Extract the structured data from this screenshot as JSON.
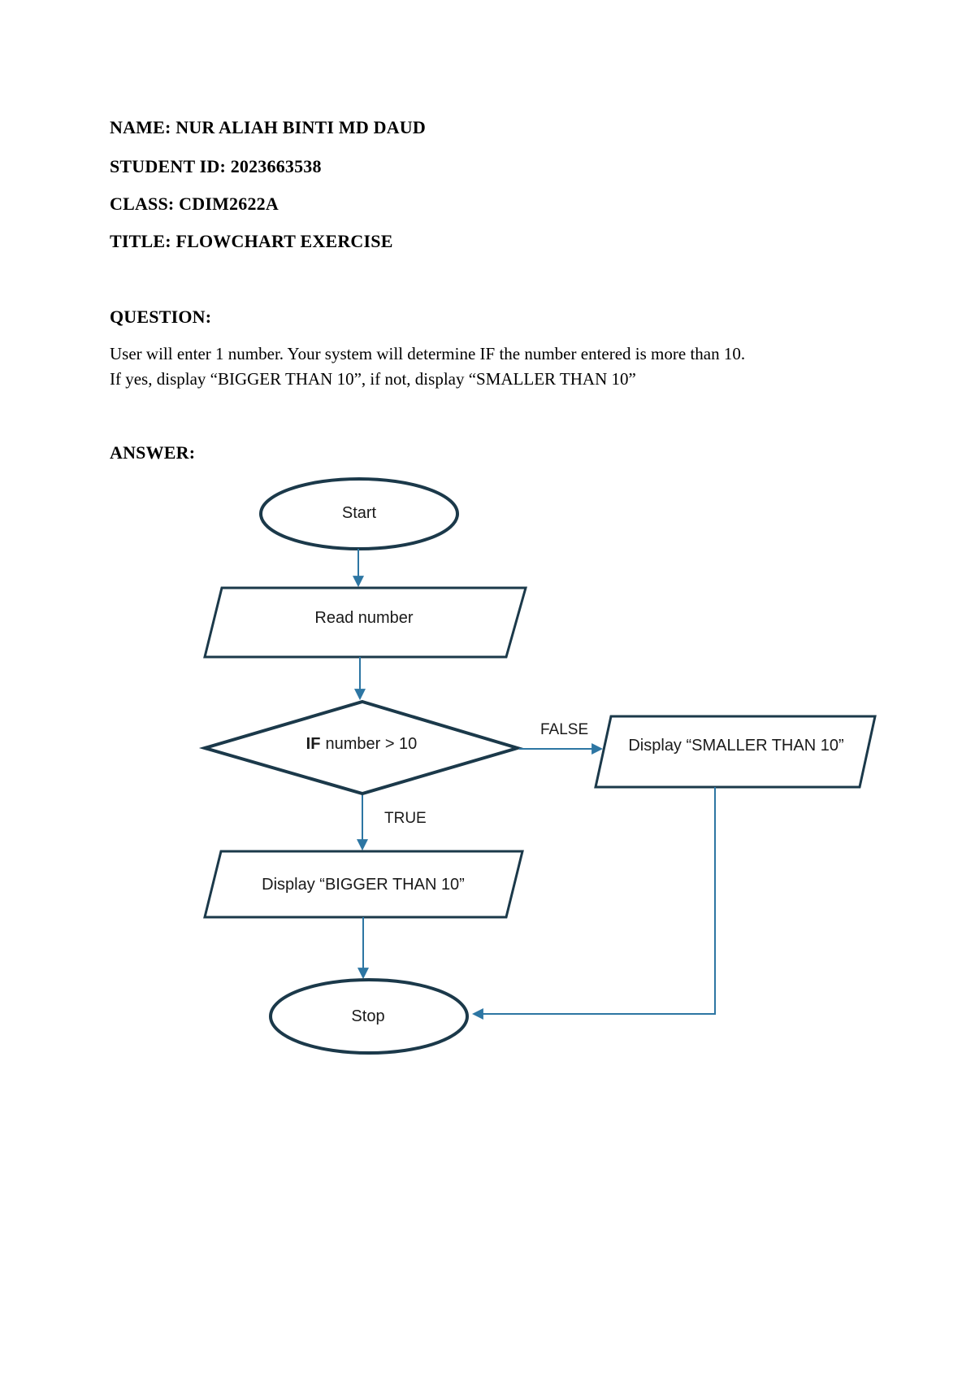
{
  "document": {
    "name_line": "NAME: NUR ALIAH BINTI MD DAUD",
    "student_id_line": "STUDENT ID: 2023663538",
    "class_line": "CLASS: CDIM2622A",
    "title_line": "TITLE: FLOWCHART EXERCISE",
    "question_heading": "QUESTION:",
    "question_line1": "User will enter 1 number. Your system will determine IF the number entered is more than 10.",
    "question_line2": "If yes, display “BIGGER THAN 10”, if not, display “SMALLER THAN 10”",
    "answer_heading": "ANSWER:"
  },
  "flowchart": {
    "nodes": {
      "start": {
        "type": "terminator",
        "label": "Start"
      },
      "read_number": {
        "type": "input",
        "label": "Read number"
      },
      "decision": {
        "type": "decision",
        "label_prefix": "IF",
        "label_rest": "number > 10"
      },
      "display_smaller": {
        "type": "output",
        "label": "Display “SMALLER THAN 10”"
      },
      "display_bigger": {
        "type": "output",
        "label": "Display “BIGGER THAN 10”"
      },
      "stop": {
        "type": "terminator",
        "label": "Stop"
      }
    },
    "edge_labels": {
      "false_branch": "FALSE",
      "true_branch": "TRUE"
    },
    "colors": {
      "shape_stroke": "#1b394a",
      "connector": "#2d76a3",
      "label_text": "#1a1a1a"
    }
  }
}
